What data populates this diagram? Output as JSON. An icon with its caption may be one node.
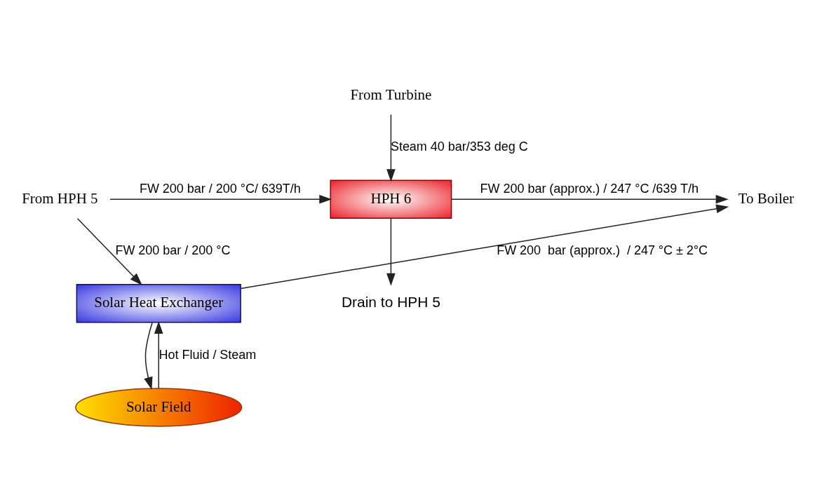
{
  "diagram": {
    "nodes": [
      {
        "text": [
          "From Turbine"
        ]
      },
      {
        "text": [
          "HPH 6"
        ]
      },
      {
        "text": [
          "To Boiler"
        ]
      },
      {
        "text": [
          "From HPH 5"
        ]
      },
      {
        "text": [
          "Drain to HPH 5"
        ]
      },
      {
        "text": [
          "Solar Heat Exchanger"
        ]
      },
      {
        "text": [
          "Solar Field"
        ]
      }
    ],
    "edges": [
      {
        "from": 0,
        "to": 1,
        "arrow": "to",
        "label": "Steam 40 bar/353 deg C"
      },
      {
        "from": 1,
        "to": 2,
        "arrow": "to",
        "label": "FW 200 bar (approx.) / 247 °C /639 T/h"
      },
      {
        "from": 3,
        "to": 1,
        "arrow": "to",
        "label": "FW 200 bar / 200 °C/ 639T/h"
      },
      {
        "from": 1,
        "to": 4,
        "arrow": "to"
      },
      {
        "from": 3,
        "to": 5,
        "arrow": "to",
        "label": "FW 200 bar / 200 °C"
      },
      {
        "from": 5,
        "to": 2,
        "arrow": "to",
        "label": "FW 200  bar (approx.)  / 247 °C ± 2°C"
      },
      {
        "from": 5,
        "to": 6,
        "arrow": "to"
      },
      {
        "from": 6,
        "to": 5,
        "arrow": "to",
        "label": "Hot Fluid / Steam"
      }
    ]
  }
}
